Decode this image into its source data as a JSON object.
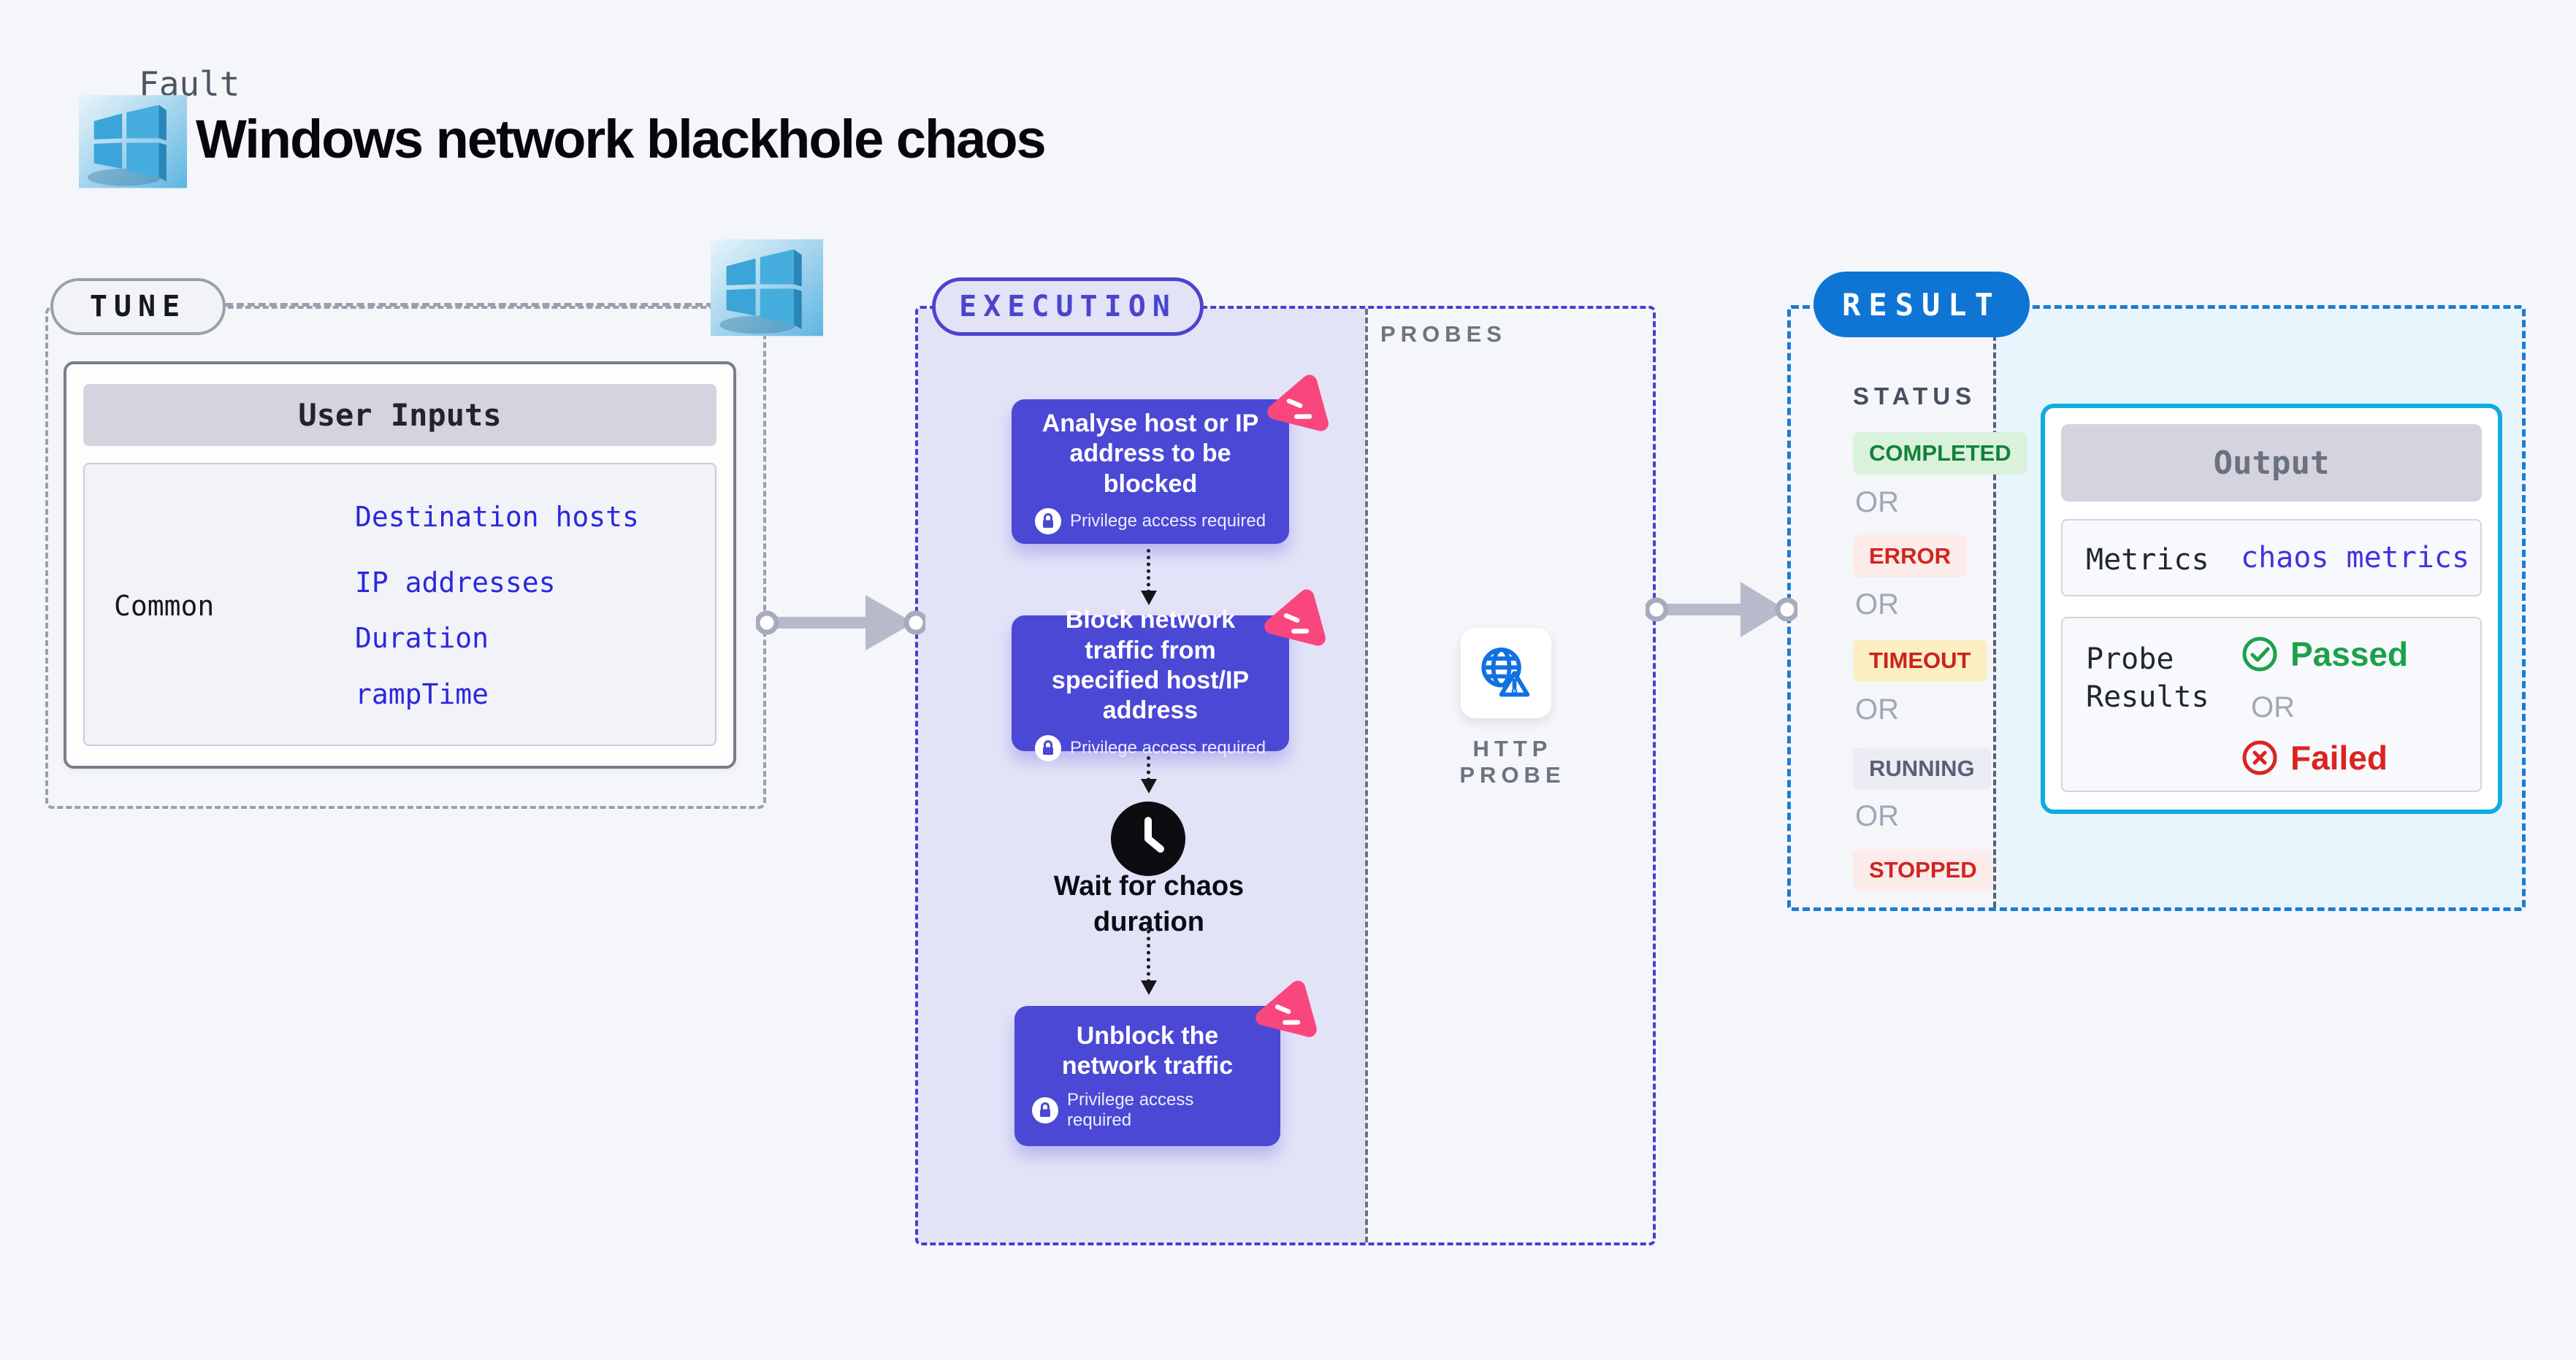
{
  "header": {
    "kicker": "Fault",
    "title": "Windows network blackhole chaos"
  },
  "tune": {
    "label": "TUNE",
    "table_title": "User Inputs",
    "row_label": "Common",
    "inputs": [
      {
        "label": "Destination hosts"
      },
      {
        "label": "IP addresses"
      },
      {
        "label": "Duration"
      },
      {
        "label": "rampTime"
      }
    ]
  },
  "execution": {
    "label": "EXECUTION",
    "steps": [
      {
        "title": "Analyse host or IP address to be blocked",
        "note": "Privilege access required"
      },
      {
        "title": "Block network traffic from specified host/IP address",
        "note": "Privilege access required"
      },
      {
        "title": "Wait for chaos duration"
      },
      {
        "title": "Unblock the network traffic",
        "note": "Privilege access required"
      }
    ]
  },
  "probes": {
    "label": "PROBES",
    "probe_name": "HTTP PROBE"
  },
  "result": {
    "label": "RESULT",
    "status_label": "STATUS",
    "or_label": "OR",
    "statuses": [
      {
        "text": "COMPLETED"
      },
      {
        "text": "ERROR"
      },
      {
        "text": "TIMEOUT"
      },
      {
        "text": "RUNNING"
      },
      {
        "text": "STOPPED"
      }
    ],
    "output": {
      "title": "Output",
      "metrics_label": "Metrics",
      "metrics_link": "chaos metrics",
      "probe_label": "Probe Results",
      "passed_label": "Passed",
      "failed_label": "Failed"
    }
  },
  "colors": {
    "page_bg": "#f4f6fa",
    "node_indigo": "#4b48d6",
    "execution_border": "#4540cf",
    "execution_fill": "#e3e3f8",
    "tune_border": "#9aa0ab",
    "result_border": "#1b7cd2",
    "result_pill": "#0e75d5",
    "output_border": "#10abe0",
    "output_fill": "#e8f5fc",
    "chaos_pink": "#f9477d",
    "passed_green": "#1ca14a",
    "failed_red": "#da2420",
    "link_blue": "#2b28dc",
    "arrow_gray": "#b8b9ca"
  }
}
